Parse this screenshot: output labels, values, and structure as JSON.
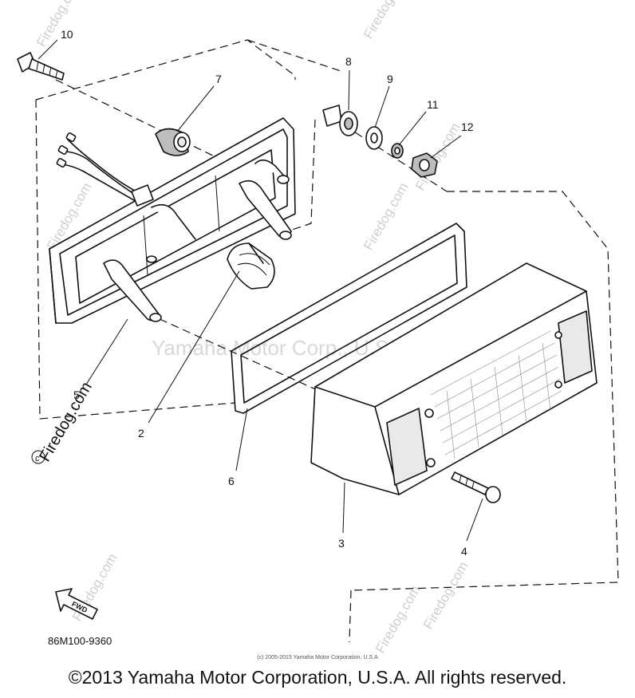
{
  "callouts": [
    {
      "id": "10",
      "text": "10"
    },
    {
      "id": "7",
      "text": "7"
    },
    {
      "id": "8",
      "text": "8"
    },
    {
      "id": "9",
      "text": "9"
    },
    {
      "id": "11",
      "text": "11"
    },
    {
      "id": "12",
      "text": "12"
    },
    {
      "id": "5",
      "text": "5"
    },
    {
      "id": "2",
      "text": "2"
    },
    {
      "id": "6",
      "text": "6"
    },
    {
      "id": "3",
      "text": "3"
    },
    {
      "id": "4",
      "text": "4"
    }
  ],
  "diagram_code": "86M100-9360",
  "fwd_label": "FWD",
  "watermark": {
    "site": "Firedog.com",
    "center": "Yamaha Motor Corp., U.S.A."
  },
  "small_copyright": "(c) 2005-2015 Yamaha Motor Corporation, U.S.A",
  "copyright": "©2013 Yamaha Motor Corporation, U.S.A. All rights reserved."
}
